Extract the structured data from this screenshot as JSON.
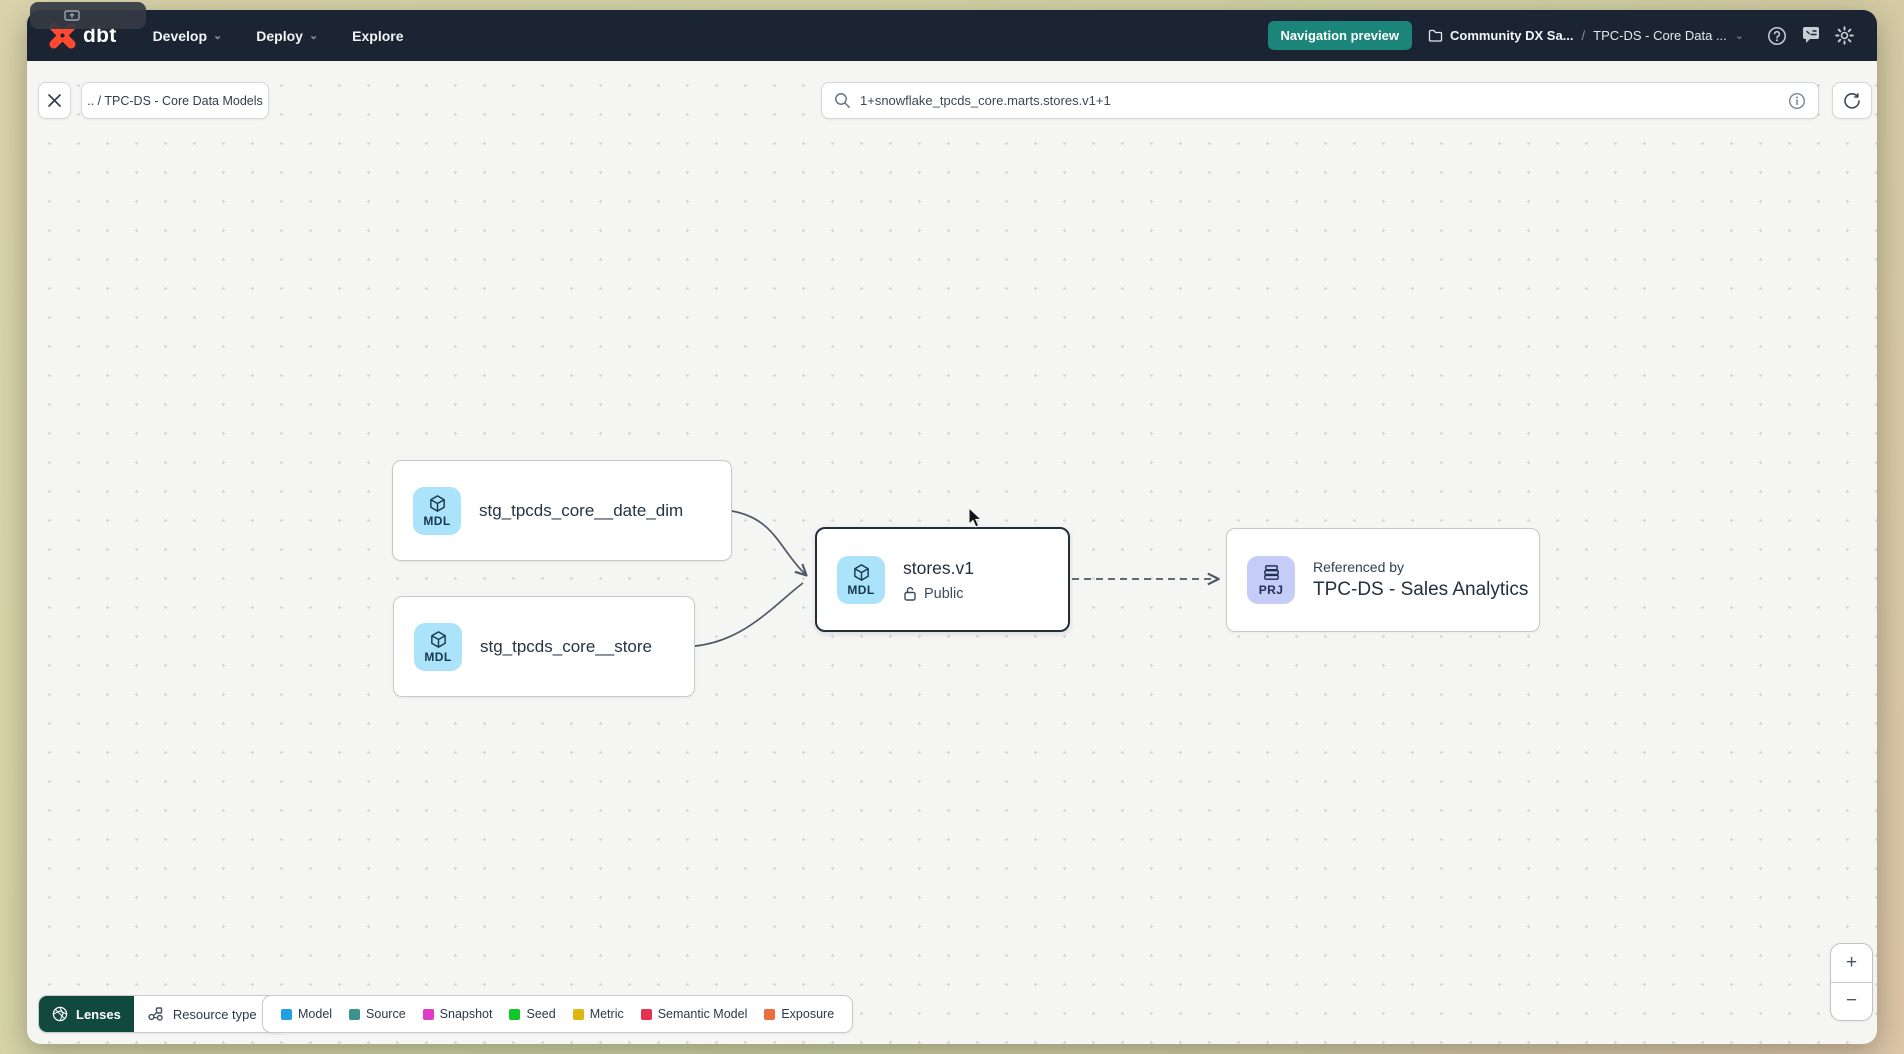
{
  "nav": {
    "brand": "dbt",
    "items": [
      {
        "label": "Develop",
        "chevron": "⌄"
      },
      {
        "label": "Deploy",
        "chevron": "⌄"
      },
      {
        "label": "Explore",
        "chevron": ""
      }
    ],
    "badge": "Navigation preview",
    "breadcrumb": {
      "project": "Community DX Sa...",
      "separator": "/",
      "section": "TPC-DS - Core Data ...",
      "chevron": "⌄"
    }
  },
  "toolbar": {
    "breadcrumb_chip": ".. / TPC-DS - Core Data Models",
    "search_value": "1+snowflake_tpcds_core.marts.stores.v1+1"
  },
  "graph": {
    "nodes": [
      {
        "badge": "MDL",
        "title": "stg_tpcds_core__date_dim"
      },
      {
        "badge": "MDL",
        "title": "stg_tpcds_core__store"
      },
      {
        "badge": "MDL",
        "title": "stores.v1",
        "subtitle": "Public",
        "selected": true
      },
      {
        "badge": "PRJ",
        "kicker": "Referenced by",
        "title": "TPC-DS - Sales Analytics"
      }
    ]
  },
  "footer": {
    "lenses_label": "Lenses",
    "resource_type_label": "Resource type",
    "legend": [
      {
        "label": "Model",
        "color": "#209fe2"
      },
      {
        "label": "Source",
        "color": "#3b938d"
      },
      {
        "label": "Snapshot",
        "color": "#df3bc6"
      },
      {
        "label": "Seed",
        "color": "#12c829"
      },
      {
        "label": "Metric",
        "color": "#e0b612"
      },
      {
        "label": "Semantic Model",
        "color": "#e43253"
      },
      {
        "label": "Exposure",
        "color": "#ec6e3e"
      }
    ]
  },
  "zoom_controls": {
    "zoom_in": "+",
    "zoom_out": "−"
  },
  "colors": {
    "navbar_bg": "#1a2432",
    "accent_teal": "#1c8579",
    "lenses_bg": "#11493f",
    "brand_orange": "#ff4a30",
    "mdl_badge_bg": "#abe3fa",
    "prj_badge_bg": "#c6ccf8",
    "selected_border": "#232e3c",
    "edge": "#4e5866"
  }
}
